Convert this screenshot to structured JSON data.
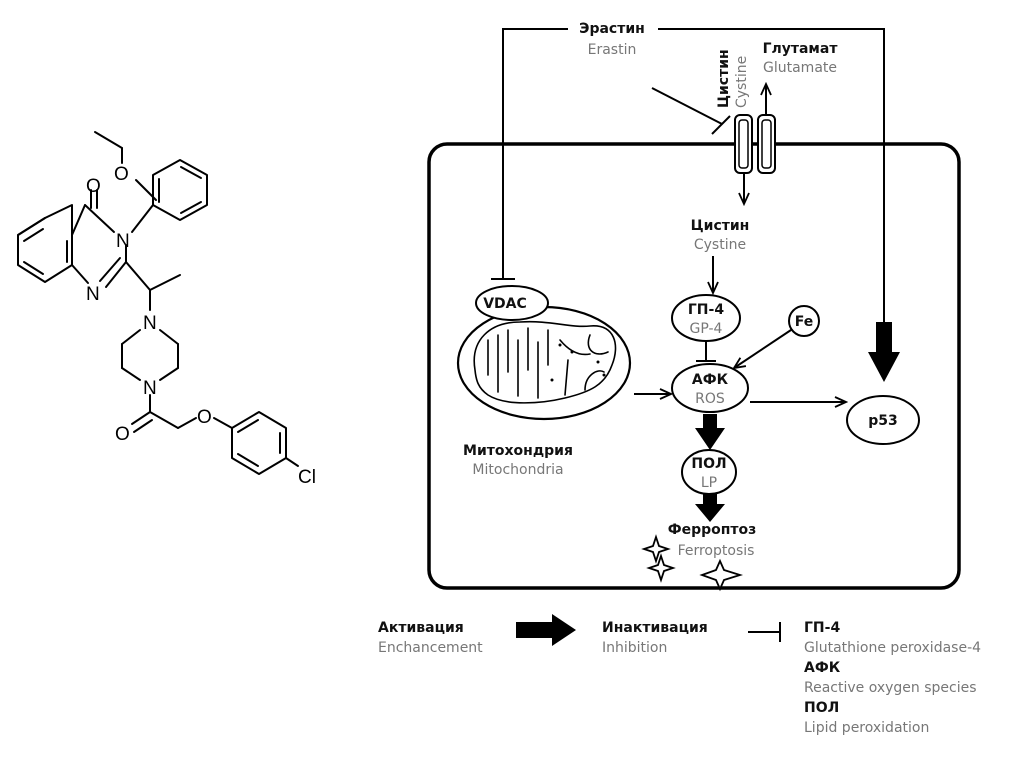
{
  "molecule": {
    "atoms": {
      "o_ether": "O",
      "o_carbonyl": "O",
      "n_amide": "N",
      "n_ring": "N",
      "n_pip_top": "N",
      "n_pip_bottom": "N",
      "o_amide": "O",
      "o_aryl_ether": "O",
      "cl": "Cl"
    }
  },
  "diagram": {
    "erastin": {
      "ru": "Эрастин",
      "en": "Erastin"
    },
    "cystine_top": {
      "ru": "Цистин",
      "en": "Cystine"
    },
    "glutamate": {
      "ru": "Глутамат",
      "en": "Glutamate"
    },
    "cystine_inner": {
      "ru": "Цистин",
      "en": "Cystine"
    },
    "vdac": "VDAC",
    "gp4": {
      "ru": "ГП-4",
      "en": "GP-4"
    },
    "fe": "Fe",
    "ros": {
      "ru": "АФК",
      "en": "ROS"
    },
    "p53": "p53",
    "lp": {
      "ru": "ПОЛ",
      "en": "LP"
    },
    "mitochondria": {
      "ru": "Митохондрия",
      "en": "Mitochondria"
    },
    "ferroptosis": {
      "ru": "Ферроптоз",
      "en": "Ferroptosis"
    }
  },
  "legend": {
    "activation": {
      "ru": "Активация",
      "en": "Enchancement"
    },
    "inactivation": {
      "ru": "Инактивация",
      "en": "Inhibition"
    },
    "abbreviations": [
      {
        "abbr": "ГП-4",
        "full": "Glutathione peroxidase-4"
      },
      {
        "abbr": "АФК",
        "full": "Reactive oxygen species"
      },
      {
        "abbr": "ПОЛ",
        "full": "Lipid peroxidation"
      }
    ]
  }
}
